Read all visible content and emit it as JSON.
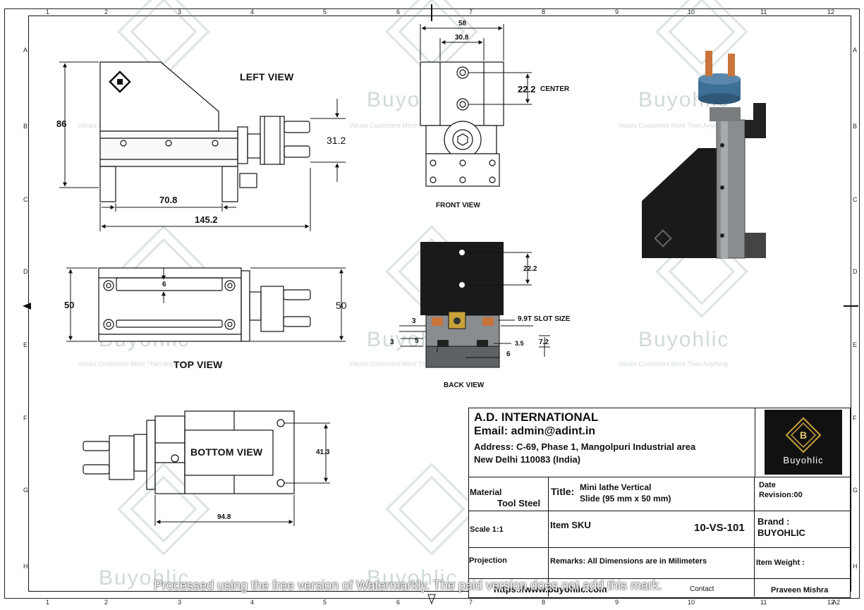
{
  "grid": {
    "columns": [
      "1",
      "2",
      "3",
      "4",
      "5",
      "6",
      "7",
      "8",
      "9",
      "10",
      "11",
      "12"
    ],
    "rows": [
      "A",
      "B",
      "C",
      "D",
      "E",
      "F",
      "G",
      "H"
    ]
  },
  "views": {
    "left": "LEFT VIEW",
    "front": "FRONT VIEW",
    "top": "TOP VIEW",
    "back": "BACK VIEW",
    "bottom": "BOTTOM VIEW"
  },
  "dimensions": {
    "left_height": "86",
    "left_31": "31.2",
    "left_70": "70.8",
    "left_145": "145.2",
    "front_58": "58",
    "front_30": "30.8",
    "front_22": "22.2",
    "front_center": "CENTER",
    "top_6": "6",
    "top_50_left": "50",
    "top_50_right": "50",
    "back_22": "22.2",
    "back_slot": "9.9T SLOT SIZE",
    "back_3a": "3",
    "back_3b": "3",
    "back_5": "5",
    "back_35": "3.5",
    "back_72": "7.2",
    "back_6": "6",
    "bottom_41": "41.3",
    "bottom_94": "94.8"
  },
  "watermark": {
    "brand": "Buyohlic",
    "tagline": "Values Customers More Than Anything",
    "footer": "Processed using the free version of Watermarkly. The paid version does not add this mark."
  },
  "title_block": {
    "company": "A.D. INTERNATIONAL",
    "email": "Email: admin@adint.in",
    "address1": "Address: C-69, Phase 1, Mangolpuri Industrial area",
    "address2": "New Delhi 110083 (India)",
    "logo_text": "Buyohlic",
    "logo_letter": "B",
    "material_label": "Material",
    "material_value": "Tool Steel",
    "title_label": "Title:",
    "title_line1": "Mini lathe Vertical",
    "title_line2": "Slide (95 mm x 50 mm)",
    "date_label": "Date",
    "revision": "Revision:00",
    "scale": "Scale 1:1",
    "item_sku_label": "Item SKU",
    "item_sku_value": "10-VS-101",
    "brand_label": "Brand :",
    "brand_value": "BUYOHLIC",
    "projection": "Projection",
    "remarks": "Remarks: All Dimensions are in Milimeters",
    "item_weight": "Item Weight :",
    "website": "https://www.buyohlic.com",
    "contact": "Contact",
    "drawn_by": "Praveen Mishra",
    "sheet_size": "A2"
  },
  "colors": {
    "part_dark": "#1a1a1a",
    "part_steel": "#8a8d90",
    "part_blue": "#3e6f96",
    "brass": "#c8743a",
    "watermark": "#96b4a8"
  }
}
